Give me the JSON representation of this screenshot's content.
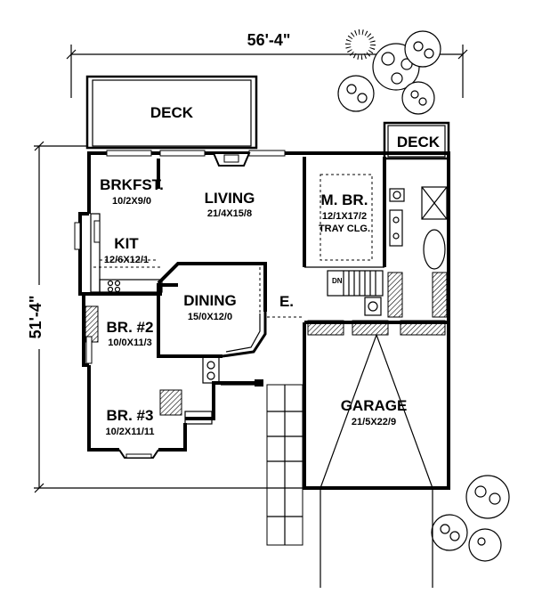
{
  "dimensions": {
    "width": "56'-4\"",
    "depth": "51'-4\""
  },
  "rooms": {
    "deck_main": {
      "name": "DECK"
    },
    "deck_side": {
      "name": "DECK"
    },
    "brkfst": {
      "name": "BRKFST.",
      "size": "10/2X9/0"
    },
    "living": {
      "name": "LIVING",
      "size": "21/4X15/8"
    },
    "master": {
      "name": "M. BR.",
      "size": "12/1X17/2",
      "note": "TRAY CLG."
    },
    "kit": {
      "name": "KIT",
      "size": "12/6X12/1"
    },
    "dining": {
      "name": "DINING",
      "size": "15/0X12/0"
    },
    "entry": {
      "name": "E."
    },
    "br2": {
      "name": "BR. #2",
      "size": "10/0X11/3"
    },
    "br3": {
      "name": "BR. #3",
      "size": "10/2X11/11"
    },
    "garage": {
      "name": "GARAGE",
      "size": "21/5X22/9"
    },
    "stair": {
      "label": "DN"
    }
  }
}
